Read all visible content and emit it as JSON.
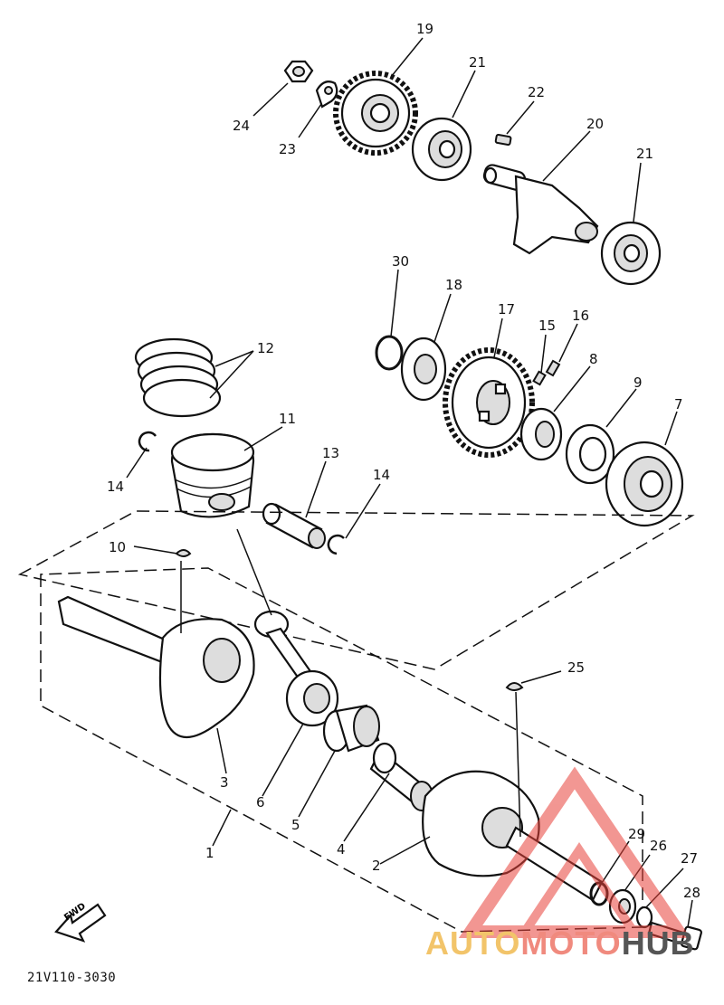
{
  "diagram": {
    "code": "21V110-3030",
    "fwd_label": "FWD",
    "watermark": {
      "part1": "AUTO",
      "part2": "MOTO",
      "part3": "HUB"
    },
    "callouts": [
      {
        "id": "n19",
        "text": "19"
      },
      {
        "id": "n21a",
        "text": "21"
      },
      {
        "id": "n22",
        "text": "22"
      },
      {
        "id": "n20",
        "text": "20"
      },
      {
        "id": "n21b",
        "text": "21"
      },
      {
        "id": "n24",
        "text": "24"
      },
      {
        "id": "n23",
        "text": "23"
      },
      {
        "id": "n30",
        "text": "30"
      },
      {
        "id": "n18",
        "text": "18"
      },
      {
        "id": "n17",
        "text": "17"
      },
      {
        "id": "n15",
        "text": "15"
      },
      {
        "id": "n16",
        "text": "16"
      },
      {
        "id": "n8",
        "text": "8"
      },
      {
        "id": "n9",
        "text": "9"
      },
      {
        "id": "n7",
        "text": "7"
      },
      {
        "id": "n12",
        "text": "12"
      },
      {
        "id": "n11",
        "text": "11"
      },
      {
        "id": "n13",
        "text": "13"
      },
      {
        "id": "n14a",
        "text": "14"
      },
      {
        "id": "n14b",
        "text": "14"
      },
      {
        "id": "n10",
        "text": "10"
      },
      {
        "id": "n25",
        "text": "25"
      },
      {
        "id": "n3",
        "text": "3"
      },
      {
        "id": "n6",
        "text": "6"
      },
      {
        "id": "n5",
        "text": "5"
      },
      {
        "id": "n4",
        "text": "4"
      },
      {
        "id": "n2",
        "text": "2"
      },
      {
        "id": "n1",
        "text": "1"
      },
      {
        "id": "n29",
        "text": "29"
      },
      {
        "id": "n26",
        "text": "26"
      },
      {
        "id": "n27",
        "text": "27"
      },
      {
        "id": "n28",
        "text": "28"
      }
    ]
  }
}
